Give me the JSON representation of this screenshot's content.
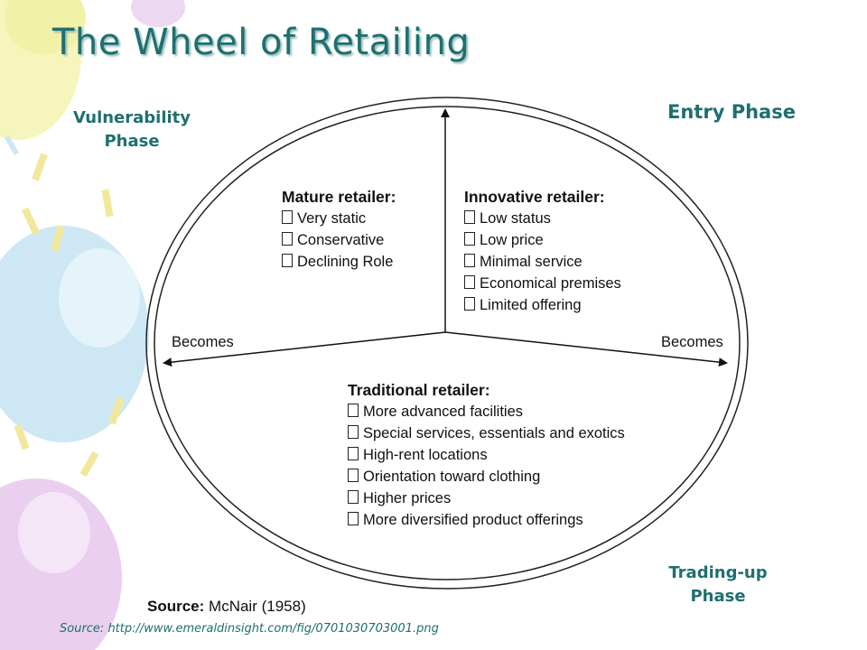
{
  "title": "The Wheel of Retailing",
  "phases": {
    "vulnerability": [
      "Vulnerability",
      "Phase"
    ],
    "entry": "Entry Phase",
    "trading_up": [
      "Trading-up",
      "Phase"
    ]
  },
  "mature": {
    "heading": "Mature retailer:",
    "items": [
      "Very static",
      "Conservative",
      "Declining Role"
    ]
  },
  "innovative": {
    "heading": "Innovative retailer:",
    "items": [
      "Low status",
      "Low price",
      "Minimal service",
      "Economical premises",
      "Limited offering"
    ]
  },
  "traditional": {
    "heading": "Traditional retailer:",
    "items": [
      "More advanced facilities",
      "Special services, essentials and exotics",
      "High-rent locations",
      "Orientation toward clothing",
      "Higher prices",
      "More diversified product offerings"
    ]
  },
  "becomes_left": "Becomes",
  "becomes_right": "Becomes",
  "source_label": "Source:",
  "source_text": "McNair (1958)",
  "source_url_line": "Source: http://www.emeraldinsight.com/fig/0701030703001.png",
  "colors": {
    "title": "#1f6f6f",
    "phase": "#1f6f6f",
    "balloon_yellow": "#f4f3a8",
    "balloon_blue": "#bfe0f2",
    "balloon_purple": "#e7c4ec"
  }
}
